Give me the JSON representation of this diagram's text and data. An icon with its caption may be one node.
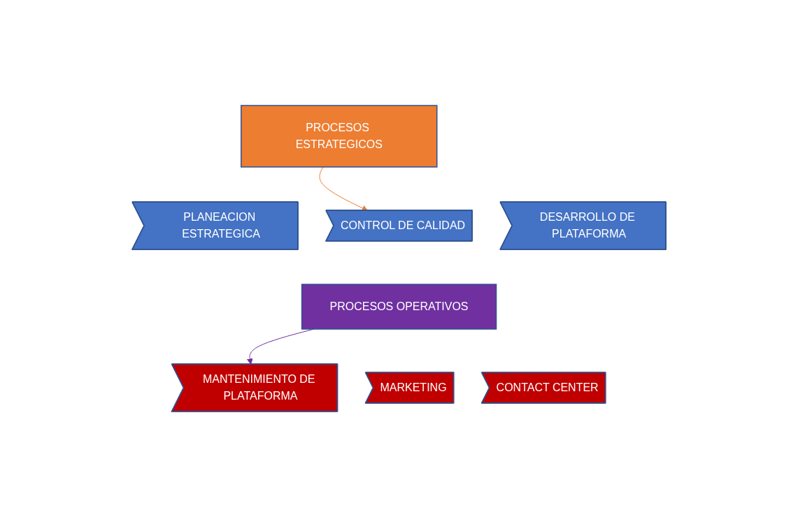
{
  "diagram": {
    "nodes": [
      {
        "text": [
          "PROCESOS ESTRATEGICOS"
        ]
      },
      {
        "text": [
          "PLANEACION ESTRATEGICA"
        ]
      },
      {
        "text": [
          "CONTROL DE CALIDAD"
        ]
      },
      {
        "text": [
          "DESARROLLO DE PLATAFORMA"
        ]
      },
      {
        "text": [
          "PROCESOS OPERATIVOS"
        ]
      },
      {
        "text": [
          "MARKETING"
        ]
      },
      {
        "text": [
          "MANTENIMIENTO DE PLATAFORMA"
        ]
      },
      {
        "text": [
          "CONTACT CENTER"
        ]
      }
    ],
    "edges": [
      {
        "from": 0,
        "to": 2,
        "arrow": "to",
        "color": "#ed7d31"
      },
      {
        "from": 4,
        "to": 6,
        "arrow": "to",
        "color": "#7030a0"
      }
    ]
  }
}
